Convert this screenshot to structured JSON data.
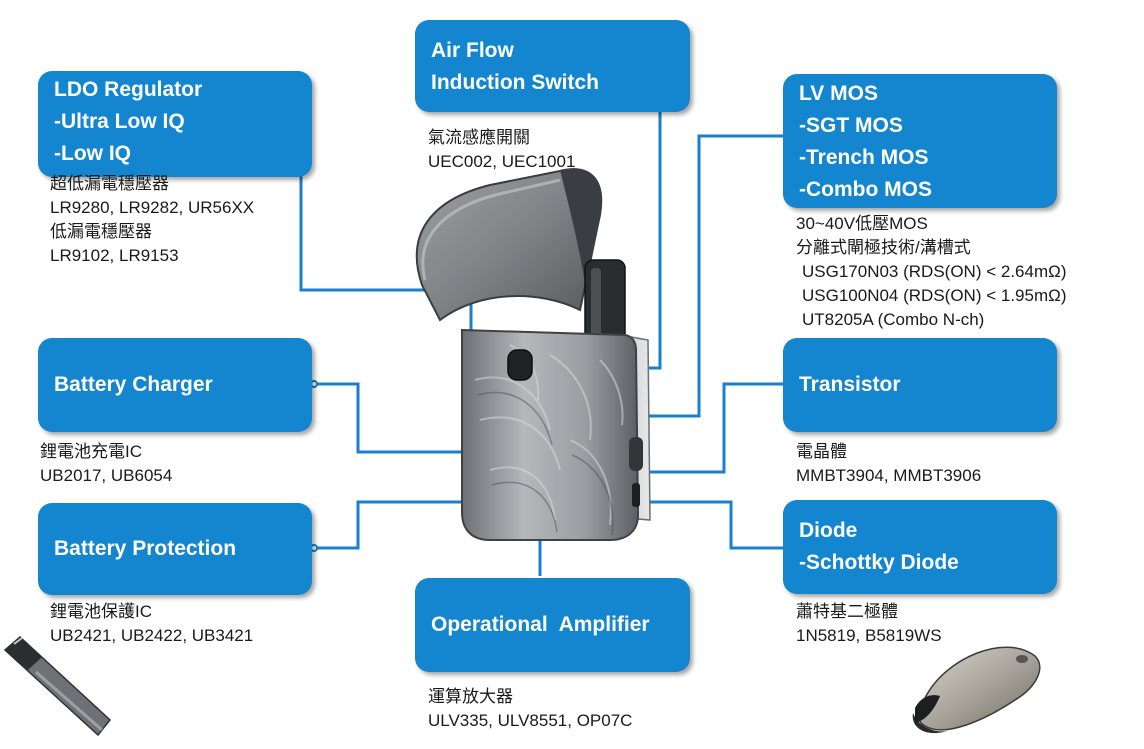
{
  "colors": {
    "box": "#1485cf",
    "line": "#1a7fcc",
    "device_body": "#8f9396",
    "device_dark": "#2a2d30"
  },
  "components": {
    "ldo": {
      "title_lines": [
        "LDO Regulator",
        "-Ultra Low IQ",
        "-Low IQ"
      ],
      "caption_lines": [
        "超低漏電穩壓器",
        "LR9280, LR9282, UR56XX",
        "低漏電穩壓器",
        "LR9102, LR9153"
      ]
    },
    "airflow": {
      "title_lines": [
        "Air Flow",
        "Induction Switch"
      ],
      "caption_lines": [
        "氣流感應開關",
        "UEC002, UEC1001"
      ]
    },
    "lvmos": {
      "title_lines": [
        "LV MOS",
        "-SGT MOS",
        "-Trench MOS",
        "-Combo MOS"
      ],
      "caption_lines": [
        "30~40V低壓MOS",
        "分離式閘極技術/溝槽式",
        "USG170N03 (RDS(ON) < 2.64mΩ)",
        "USG100N04 (RDS(ON) < 1.95mΩ)",
        "UT8205A (Combo N-ch)"
      ]
    },
    "charger": {
      "title_lines": [
        "Battery Charger"
      ],
      "caption_lines": [
        "鋰電池充電IC",
        "UB2017, UB6054"
      ]
    },
    "transistor": {
      "title_lines": [
        "Transistor"
      ],
      "caption_lines": [
        "電晶體",
        "MMBT3904, MMBT3906"
      ]
    },
    "protection": {
      "title_lines": [
        "Battery Protection"
      ],
      "caption_lines": [
        "鋰電池保護IC",
        "UB2421, UB2422, UB3421"
      ]
    },
    "opamp": {
      "title_lines": [
        "Operational  Amplifier"
      ],
      "caption_lines": [
        "運算放大器",
        "ULV335, ULV8551, OP07C"
      ]
    },
    "diode": {
      "title_lines": [
        "Diode",
        "-Schottky Diode"
      ],
      "caption_lines": [
        "蕭特基二極體",
        "1N5819, B5819WS"
      ]
    }
  }
}
